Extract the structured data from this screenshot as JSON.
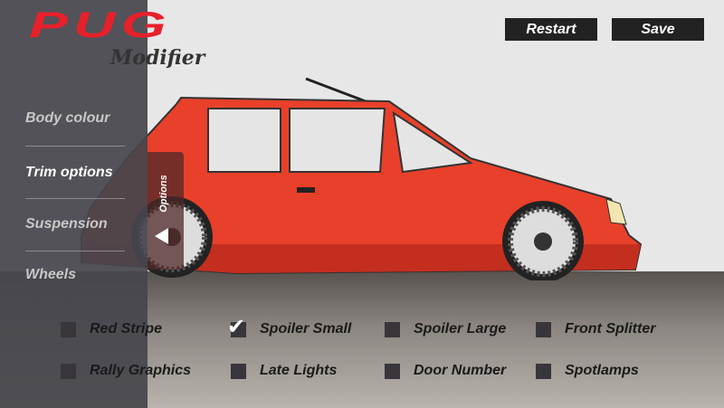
{
  "logo": {
    "title": "PUG",
    "subtitle": "Modifier"
  },
  "menu": [
    {
      "label": "Body colour"
    },
    {
      "label": "Trim options"
    },
    {
      "label": "Suspension"
    },
    {
      "label": "Wheels"
    }
  ],
  "options_tab": {
    "label": "Options"
  },
  "buttons": {
    "restart": "Restart",
    "save": "Save"
  },
  "trim_options": [
    {
      "label": "Red Stripe",
      "checked": false
    },
    {
      "label": "Spoiler Small",
      "checked": true
    },
    {
      "label": "Spoiler Large",
      "checked": false
    },
    {
      "label": "Front Splitter",
      "checked": false
    },
    {
      "label": "Rally Graphics",
      "checked": false
    },
    {
      "label": "Late Lights",
      "checked": false
    },
    {
      "label": "Door Number",
      "checked": false
    },
    {
      "label": "Spotlamps",
      "checked": false
    }
  ],
  "colors": {
    "car_body": "#e8402a",
    "accent": "#e8202a"
  }
}
